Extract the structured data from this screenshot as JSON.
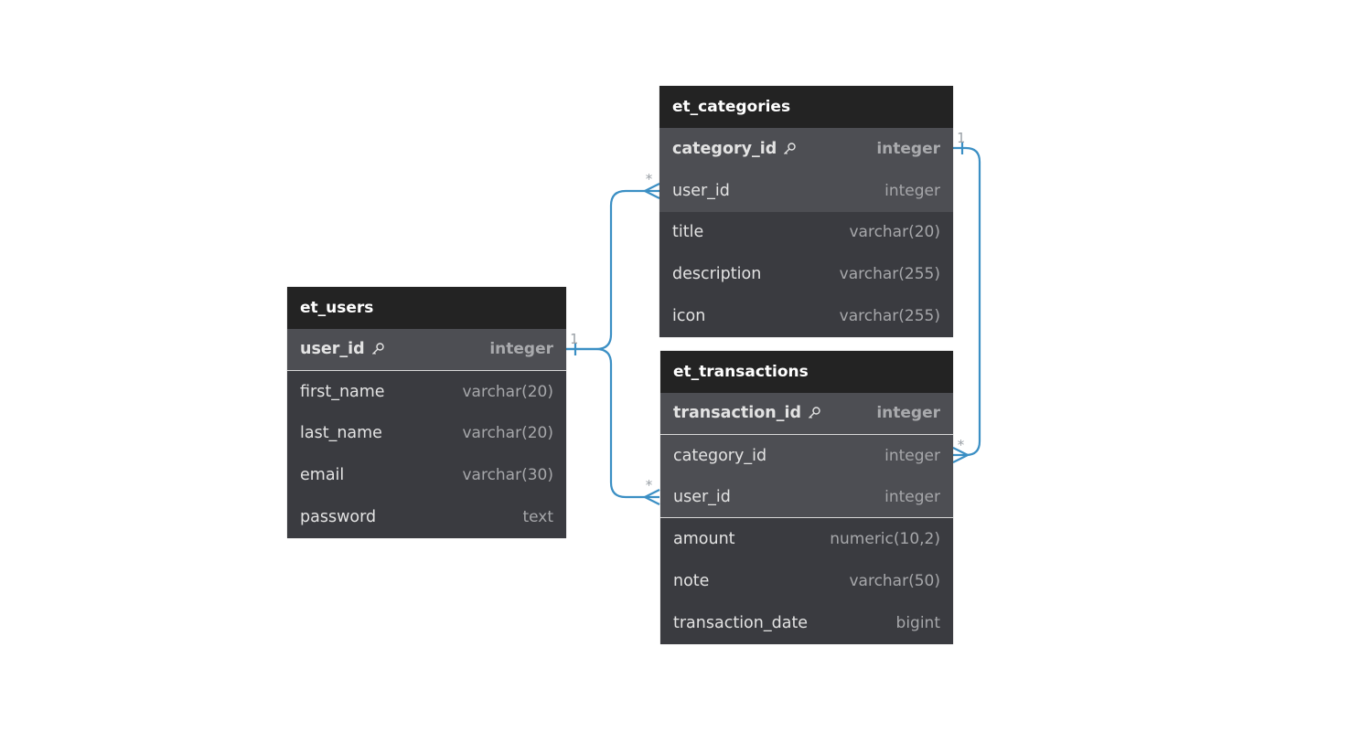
{
  "tables": [
    {
      "name": "et_users",
      "columns": [
        {
          "name": "user_id",
          "type": "integer",
          "pk": true
        },
        {
          "name": "first_name",
          "type": "varchar(20)"
        },
        {
          "name": "last_name",
          "type": "varchar(20)"
        },
        {
          "name": "email",
          "type": "varchar(30)"
        },
        {
          "name": "password",
          "type": "text"
        }
      ]
    },
    {
      "name": "et_categories",
      "columns": [
        {
          "name": "category_id",
          "type": "integer",
          "pk": true
        },
        {
          "name": "user_id",
          "type": "integer",
          "fk": true
        },
        {
          "name": "title",
          "type": "varchar(20)"
        },
        {
          "name": "description",
          "type": "varchar(255)"
        },
        {
          "name": "icon",
          "type": "varchar(255)"
        }
      ]
    },
    {
      "name": "et_transactions",
      "columns": [
        {
          "name": "transaction_id",
          "type": "integer",
          "pk": true
        },
        {
          "name": "category_id",
          "type": "integer",
          "fk": true
        },
        {
          "name": "user_id",
          "type": "integer",
          "fk": true
        },
        {
          "name": "amount",
          "type": "numeric(10,2)"
        },
        {
          "name": "note",
          "type": "varchar(50)"
        },
        {
          "name": "transaction_date",
          "type": "bigint"
        }
      ]
    }
  ],
  "relationships": [
    {
      "from": "et_users.user_id",
      "to": "et_categories.user_id",
      "from_card": "1",
      "to_card": "*"
    },
    {
      "from": "et_users.user_id",
      "to": "et_transactions.user_id",
      "from_card": "1",
      "to_card": "*"
    },
    {
      "from": "et_categories.category_id",
      "to": "et_transactions.category_id",
      "from_card": "1",
      "to_card": "*"
    }
  ],
  "colors": {
    "line": "#3b8fc4",
    "header": "#232323",
    "body": "#3a3b40",
    "key_row": "#4d4e53"
  },
  "icons": {
    "primary_key": "key-icon"
  }
}
